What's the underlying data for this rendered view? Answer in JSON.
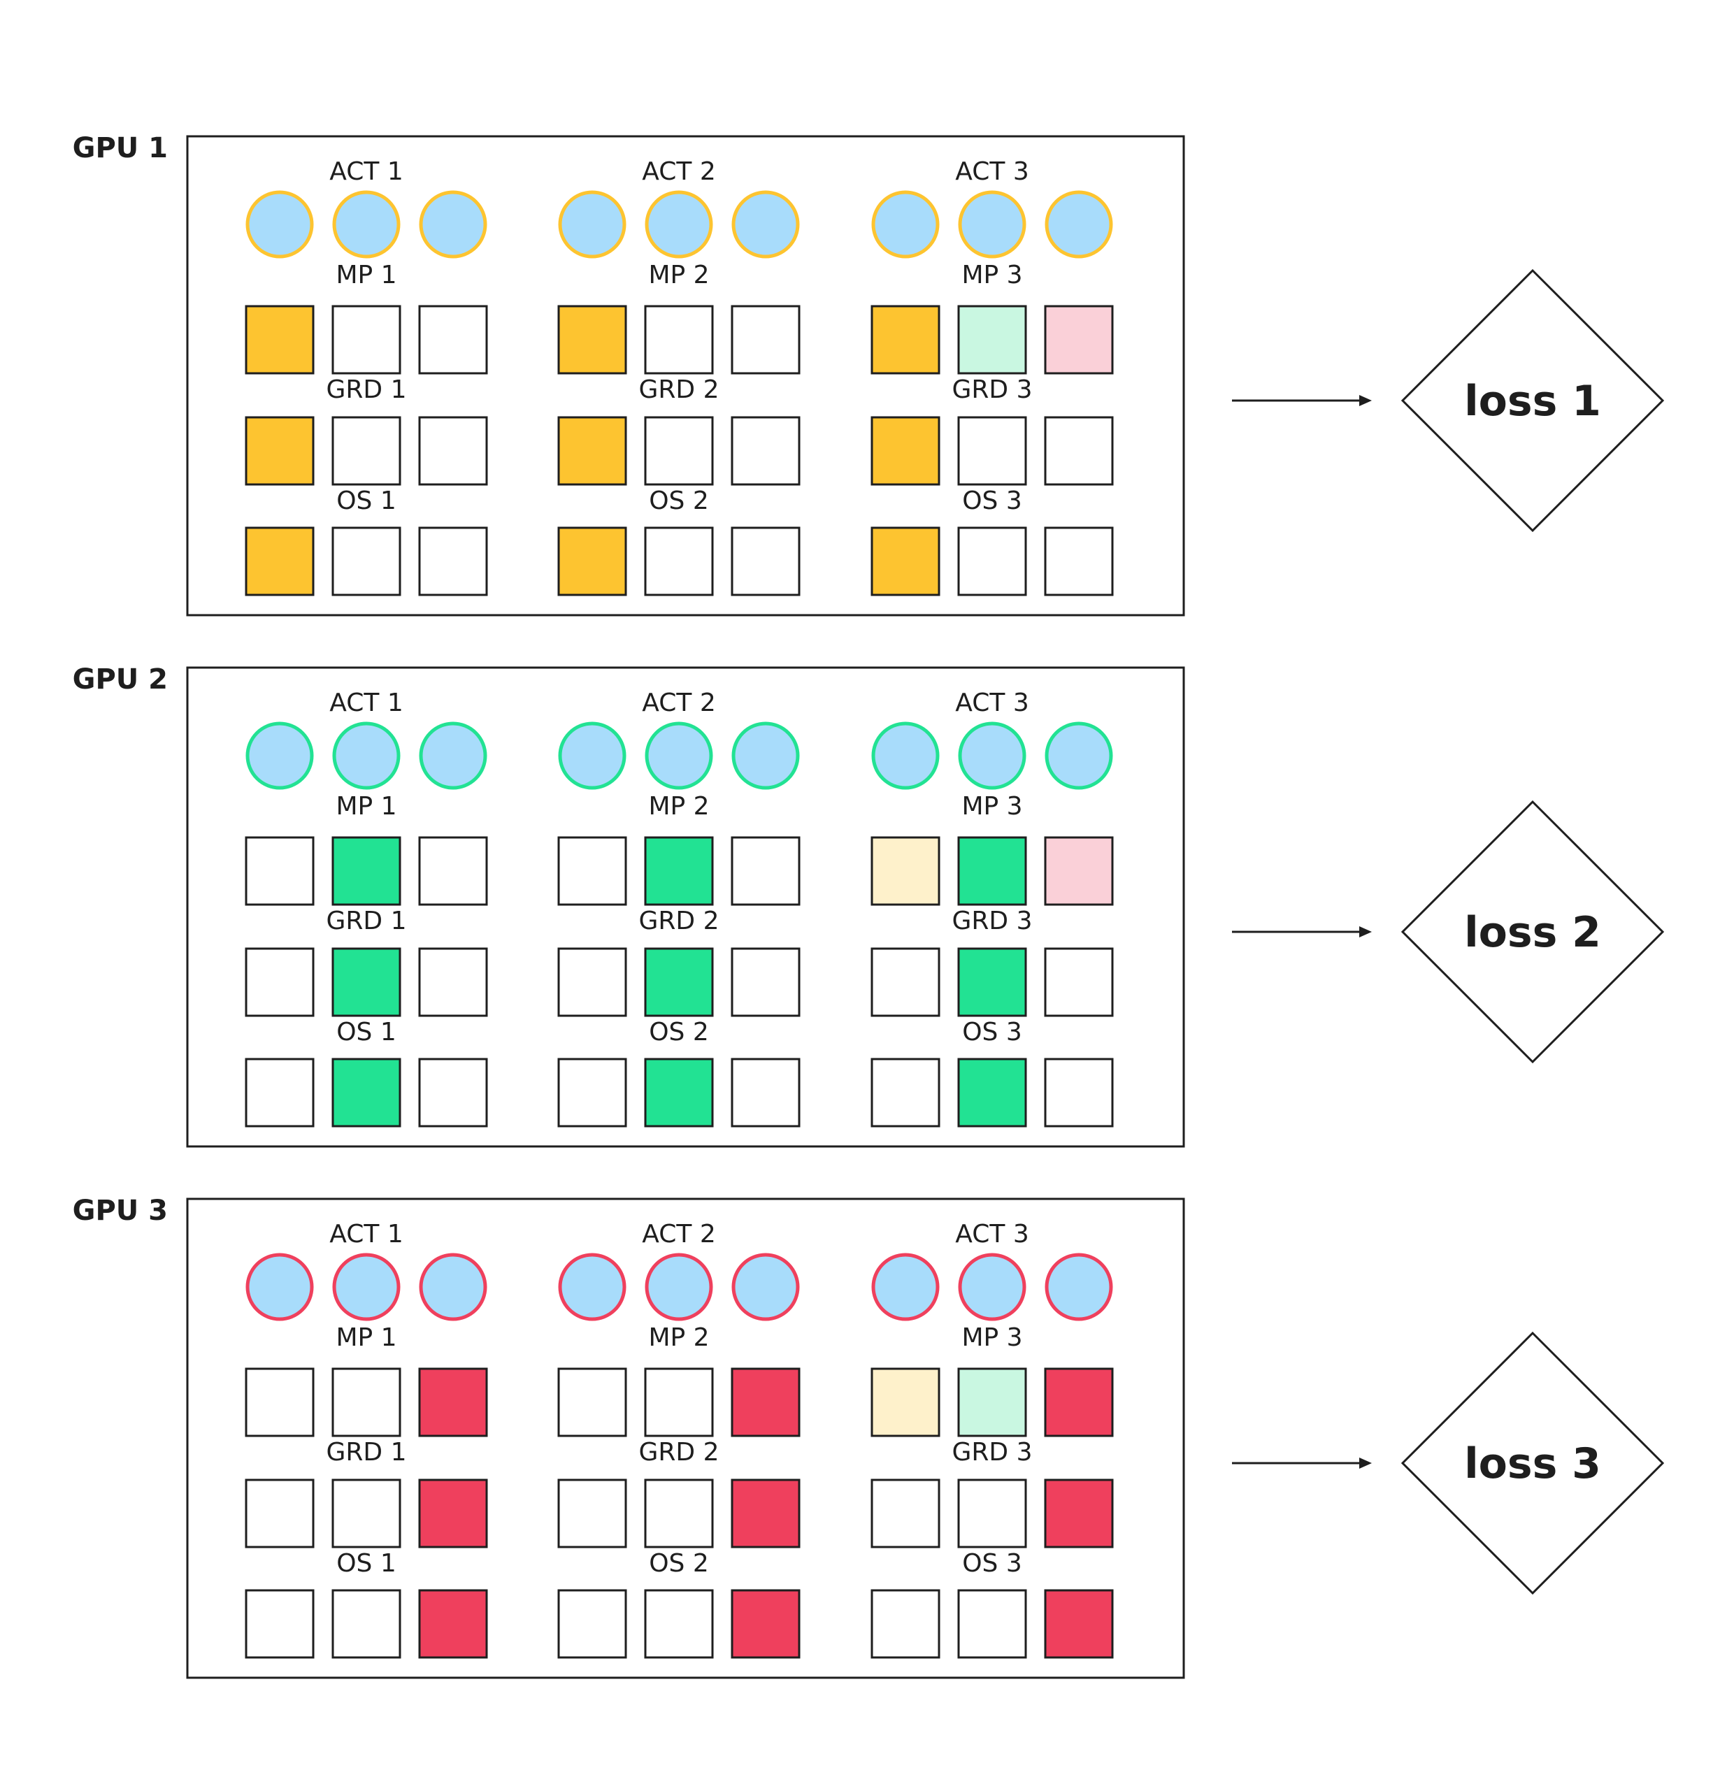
{
  "colors": {
    "activation_fill": "#a8dcfb",
    "orange": "#fdc430",
    "green": "#22e293",
    "red": "#ef405d",
    "light_orange": "#fef1cb",
    "light_green": "#c9f7e1",
    "light_red": "#fad0d8",
    "empty": "#ffffff"
  },
  "gpus": [
    {
      "label": "GPU 1",
      "circle_border": "orange",
      "loss": "loss 1",
      "groups": [
        {
          "labels": {
            "act": "ACT 1",
            "mp": "MP 1",
            "grd": "GRD 1",
            "os": "OS 1"
          },
          "mp": [
            "orange",
            "empty",
            "empty"
          ],
          "grd": [
            "orange",
            "empty",
            "empty"
          ],
          "os": [
            "orange",
            "empty",
            "empty"
          ]
        },
        {
          "labels": {
            "act": "ACT 2",
            "mp": "MP 2",
            "grd": "GRD 2",
            "os": "OS 2"
          },
          "mp": [
            "orange",
            "empty",
            "empty"
          ],
          "grd": [
            "orange",
            "empty",
            "empty"
          ],
          "os": [
            "orange",
            "empty",
            "empty"
          ]
        },
        {
          "labels": {
            "act": "ACT 3",
            "mp": "MP 3",
            "grd": "GRD 3",
            "os": "OS 3"
          },
          "mp": [
            "orange",
            "light_green",
            "light_red"
          ],
          "grd": [
            "orange",
            "empty",
            "empty"
          ],
          "os": [
            "orange",
            "empty",
            "empty"
          ]
        }
      ]
    },
    {
      "label": "GPU 2",
      "circle_border": "green",
      "loss": "loss 2",
      "groups": [
        {
          "labels": {
            "act": "ACT 1",
            "mp": "MP 1",
            "grd": "GRD 1",
            "os": "OS 1"
          },
          "mp": [
            "empty",
            "green",
            "empty"
          ],
          "grd": [
            "empty",
            "green",
            "empty"
          ],
          "os": [
            "empty",
            "green",
            "empty"
          ]
        },
        {
          "labels": {
            "act": "ACT 2",
            "mp": "MP 2",
            "grd": "GRD 2",
            "os": "OS 2"
          },
          "mp": [
            "empty",
            "green",
            "empty"
          ],
          "grd": [
            "empty",
            "green",
            "empty"
          ],
          "os": [
            "empty",
            "green",
            "empty"
          ]
        },
        {
          "labels": {
            "act": "ACT 3",
            "mp": "MP 3",
            "grd": "GRD 3",
            "os": "OS 3"
          },
          "mp": [
            "light_orange",
            "green",
            "light_red"
          ],
          "grd": [
            "empty",
            "green",
            "empty"
          ],
          "os": [
            "empty",
            "green",
            "empty"
          ]
        }
      ]
    },
    {
      "label": "GPU 3",
      "circle_border": "red",
      "loss": "loss 3",
      "groups": [
        {
          "labels": {
            "act": "ACT 1",
            "mp": "MP 1",
            "grd": "GRD 1",
            "os": "OS 1"
          },
          "mp": [
            "empty",
            "empty",
            "red"
          ],
          "grd": [
            "empty",
            "empty",
            "red"
          ],
          "os": [
            "empty",
            "empty",
            "red"
          ]
        },
        {
          "labels": {
            "act": "ACT 2",
            "mp": "MP 2",
            "grd": "GRD 2",
            "os": "OS 2"
          },
          "mp": [
            "empty",
            "empty",
            "red"
          ],
          "grd": [
            "empty",
            "empty",
            "red"
          ],
          "os": [
            "empty",
            "empty",
            "red"
          ]
        },
        {
          "labels": {
            "act": "ACT 3",
            "mp": "MP 3",
            "grd": "GRD 3",
            "os": "OS 3"
          },
          "mp": [
            "light_orange",
            "light_green",
            "red"
          ],
          "grd": [
            "empty",
            "empty",
            "red"
          ],
          "os": [
            "empty",
            "empty",
            "red"
          ]
        }
      ]
    }
  ]
}
